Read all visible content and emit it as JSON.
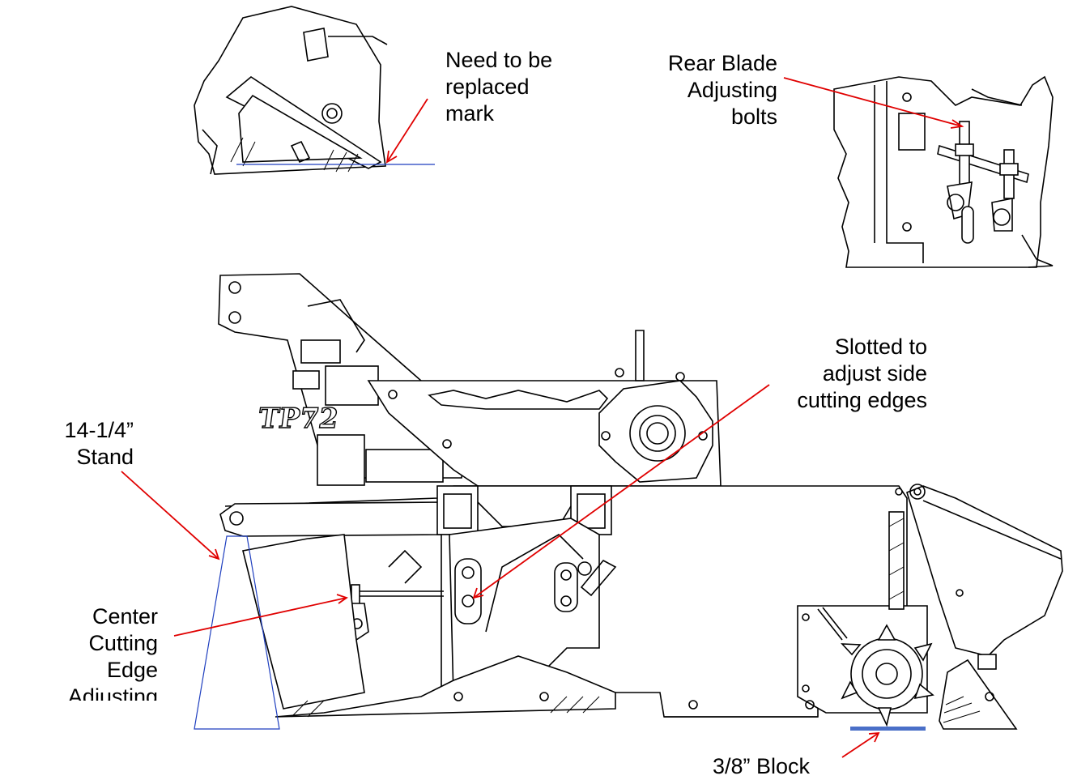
{
  "labels": {
    "replace_mark": "Need to be\nreplaced\nmark",
    "rear_blade": "Rear Blade\nAdjusting\nbolts",
    "slotted": "Slotted to\nadjust side\ncutting edges",
    "stand": "14-1/4”\nStand",
    "center_edge": "Center\nCutting Edge\nAdjusting\nbolts",
    "block": "3/8” Block"
  },
  "logo_text": "TP72",
  "colors": {
    "arrow": "#e00000",
    "guide_line": "#1f3fbf",
    "block": "#4a6fc8",
    "drawing": "#000000"
  }
}
